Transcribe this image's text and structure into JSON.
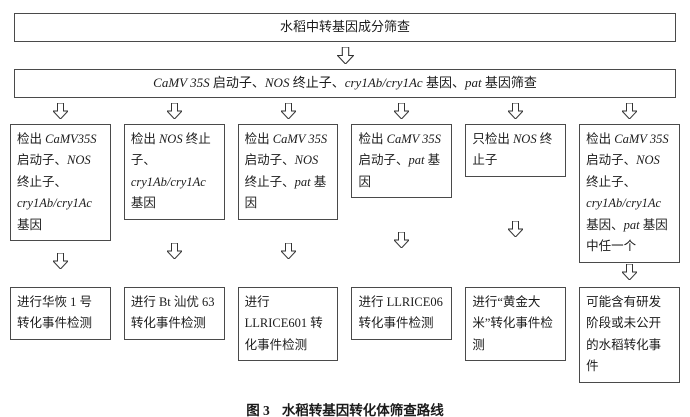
{
  "flow": {
    "root_title": "水稻中转基因成分筛查",
    "screening_segments": [
      {
        "t": "CaMV 35S",
        "i": 1
      },
      {
        "t": " 启动子、",
        "i": 0
      },
      {
        "t": "NOS",
        "i": 1
      },
      {
        "t": " 终止子、",
        "i": 0
      },
      {
        "t": "cry1Ab/cry1Ac",
        "i": 1
      },
      {
        "t": " 基因、",
        "i": 0
      },
      {
        "t": "pat",
        "i": 1
      },
      {
        "t": " 基因筛查",
        "i": 0
      }
    ],
    "branches": [
      {
        "condition_segments": [
          {
            "t": "检出 ",
            "i": 0
          },
          {
            "t": "CaMV35S",
            "i": 1
          },
          {
            "t": " 启动子、",
            "i": 0
          },
          {
            "t": "NOS",
            "i": 1
          },
          {
            "t": " 终止子、",
            "i": 0
          },
          {
            "t": "cry1Ab/cry1Ac",
            "i": 1
          },
          {
            "t": " 基因",
            "i": 0
          }
        ],
        "result": "进行华恢 1 号转化事件检测"
      },
      {
        "condition_segments": [
          {
            "t": "检出 ",
            "i": 0
          },
          {
            "t": "NOS",
            "i": 1
          },
          {
            "t": " 终止子、",
            "i": 0
          },
          {
            "t": "cry1Ab/cry1Ac",
            "i": 1
          },
          {
            "t": " 基因",
            "i": 0
          }
        ],
        "result": "进行 Bt 汕优 63 转化事件检测"
      },
      {
        "condition_segments": [
          {
            "t": "检出 ",
            "i": 0
          },
          {
            "t": "CaMV 35S",
            "i": 1
          },
          {
            "t": " 启动子、",
            "i": 0
          },
          {
            "t": "NOS",
            "i": 1
          },
          {
            "t": " 终止子、",
            "i": 0
          },
          {
            "t": "pat",
            "i": 1
          },
          {
            "t": " 基因",
            "i": 0
          }
        ],
        "result": "进行 LLRICE601 转化事件检测"
      },
      {
        "condition_segments": [
          {
            "t": "检出 ",
            "i": 0
          },
          {
            "t": "CaMV 35S",
            "i": 1
          },
          {
            "t": " 启动子、",
            "i": 0
          },
          {
            "t": "pat",
            "i": 1
          },
          {
            "t": " 基因",
            "i": 0
          }
        ],
        "result": "进行 LLRICE06 转化事件检测"
      },
      {
        "condition_segments": [
          {
            "t": "只检出 ",
            "i": 0
          },
          {
            "t": "NOS",
            "i": 1
          },
          {
            "t": " 终止子",
            "i": 0
          }
        ],
        "result": "进行“黄金大米”转化事件检测"
      },
      {
        "condition_segments": [
          {
            "t": "检出 ",
            "i": 0
          },
          {
            "t": "CaMV 35S",
            "i": 1
          },
          {
            "t": " 启动子、",
            "i": 0
          },
          {
            "t": "NOS",
            "i": 1
          },
          {
            "t": " 终止子、",
            "i": 0
          },
          {
            "t": "cry1Ab/cry1Ac",
            "i": 1
          },
          {
            "t": " 基因、",
            "i": 0
          },
          {
            "t": "pat",
            "i": 1
          },
          {
            "t": " 基因中任一个",
            "i": 0
          }
        ],
        "result": "可能含有研发阶段或未公开的水稻转化事件"
      }
    ]
  },
  "caption": {
    "figure_label": "图 3",
    "title": "水稻转基因转化体筛查路线"
  }
}
